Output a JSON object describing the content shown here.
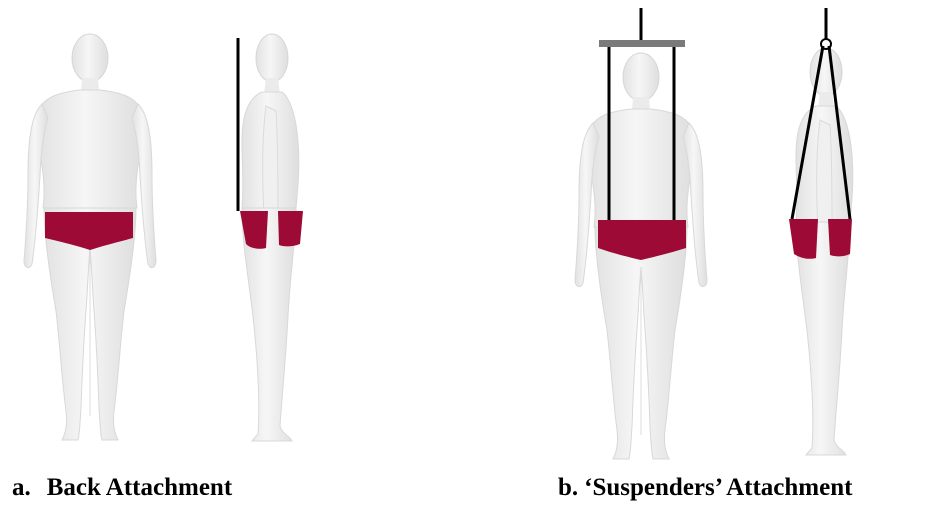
{
  "colors": {
    "background": "#ffffff",
    "body": "#ececec",
    "body_edge": "#d4d4d4",
    "harness": "#9c0a35",
    "strap": "#000000",
    "spreader_bar": "#7a7a7a"
  },
  "captions": {
    "a": {
      "label": "a.",
      "text": "Back Attachment"
    },
    "b": {
      "label": "b.",
      "text": "‘Suspenders’ Attachment"
    }
  }
}
